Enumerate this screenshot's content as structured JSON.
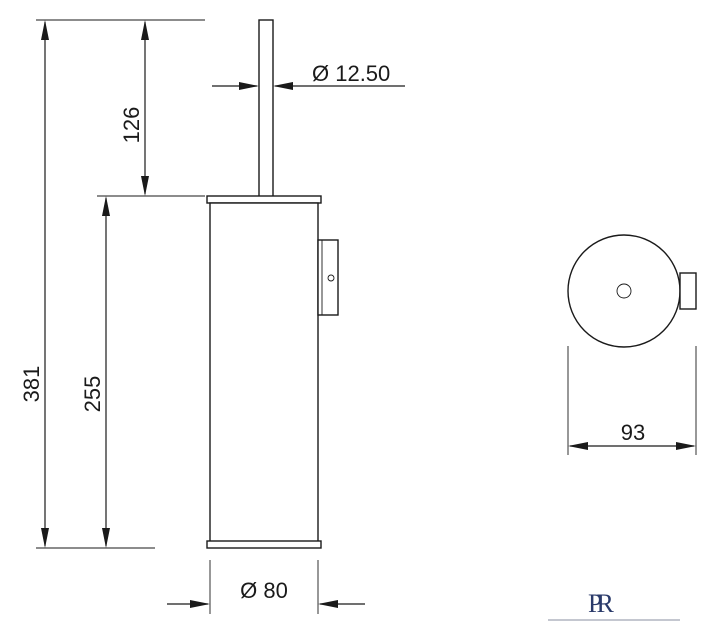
{
  "dimensions": {
    "total_height": "381",
    "handle_height": "126",
    "body_height": "255",
    "handle_diameter": "Ø 12.50",
    "body_diameter": "Ø 80",
    "top_view_width": "93"
  },
  "logo": {
    "text": "PR"
  },
  "colors": {
    "line": "#1a1a1a",
    "logo": "#2a3a6a"
  }
}
